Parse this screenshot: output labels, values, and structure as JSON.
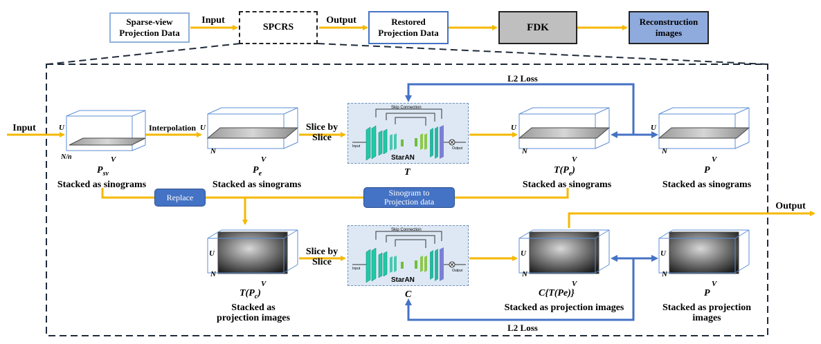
{
  "top": {
    "sparse_view": "Sparse-view\nProjection Data",
    "input_label": "Input",
    "spcrs": "SPCRS",
    "output_label": "Output",
    "restored": "Restored\nProjection Data",
    "fdk": "FDK",
    "reconstruction": "Reconstruction\nimages"
  },
  "row1": {
    "input": "Input",
    "interpolation": "Interpolation",
    "slice_by": "Slice by\nSlice",
    "l2_loss": "L2 Loss",
    "psv_symbol": "P",
    "psv_sub": "sv",
    "psv_caption": "Stacked as sinograms",
    "pe_symbol": "P",
    "pe_sub": "e",
    "pe_caption": "Stacked as sinograms",
    "t_symbol": "T",
    "tpe_symbol": "T(P",
    "tpe_sub": "e",
    "tpe_close": ")",
    "tpe_caption": "Stacked as sinograms",
    "p_symbol": "P",
    "p_caption": "Stacked as sinograms",
    "nn": "N/n"
  },
  "middle": {
    "replace": "Replace",
    "sino_to_proj": "Sinogram to\nProjection data"
  },
  "row2": {
    "slice_by": "Slice by\nSlice",
    "output": "Output",
    "l2_loss": "L2 Loss",
    "tpc_symbol": "T(P",
    "tpc_sub": "c",
    "tpc_close": ")",
    "tpc_caption": "Stacked as\nprojection images",
    "c_symbol": "C",
    "ctpe_symbol": "C{T(Pe)}",
    "ctpe_caption": "Stacked as projection images",
    "p_symbol": "P",
    "p_caption": "Stacked as projection\nimages"
  },
  "net": {
    "skip": "Skip Connection",
    "name": "StarAN",
    "in": "Input",
    "out": "Output"
  },
  "axes": {
    "u": "U",
    "v": "V",
    "n": "N"
  },
  "colors": {
    "arrow_yellow": "#f5b800",
    "arrow_blue": "#4472c4",
    "box_blue": "#4472c4",
    "fdk_gray": "#bfbfbf"
  }
}
